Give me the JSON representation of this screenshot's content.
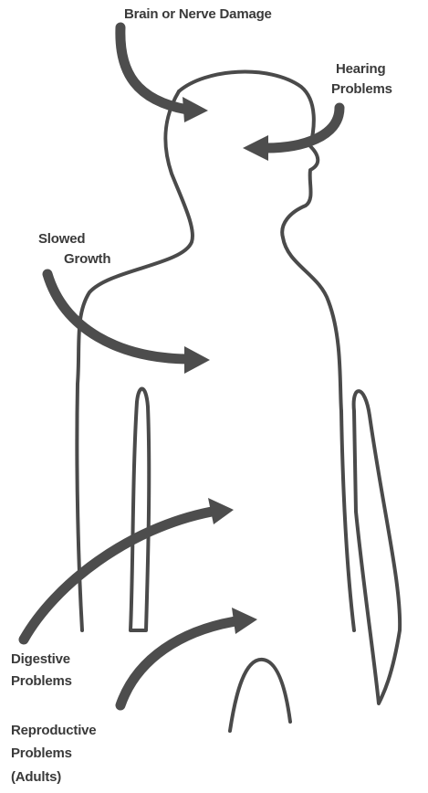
{
  "labels": {
    "brain_nerve_damage": "Brain or Nerve Damage",
    "hearing_problems_line1": "Hearing",
    "hearing_problems_line2": "Problems",
    "slowed_growth_line1": "Slowed",
    "slowed_growth_line2": "Growth",
    "digestive_problems_line1": "Digestive",
    "digestive_problems_line2": "Problems",
    "reproductive_problems_line1": "Reproductive",
    "reproductive_problems_line2": "Problems",
    "reproductive_problems_line3": "(Adults)"
  },
  "colors": {
    "outline": "#4a4a4a",
    "arrow": "#4d4d4d",
    "text": "#3a3a3a",
    "background": "#ffffff"
  }
}
